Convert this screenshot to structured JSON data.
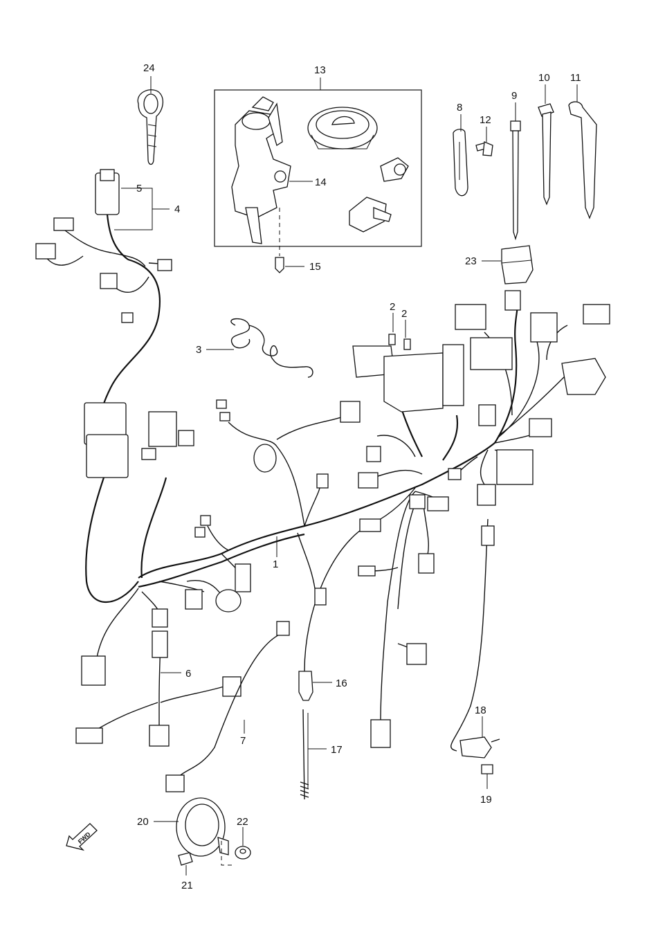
{
  "diagram": {
    "callouts": {
      "c1": "1",
      "c2a": "2",
      "c2b": "2",
      "c3": "3",
      "c4": "4",
      "c5": "5",
      "c6": "6",
      "c7": "7",
      "c8": "8",
      "c9": "9",
      "c10": "10",
      "c11": "11",
      "c12": "12",
      "c13": "13",
      "c14": "14",
      "c15": "15",
      "c16": "16",
      "c17": "17",
      "c18": "18",
      "c19": "19",
      "c20": "20",
      "c21": "21",
      "c22": "22",
      "c23": "23",
      "c24": "24"
    },
    "fwd_arrow_label": "FWD"
  }
}
